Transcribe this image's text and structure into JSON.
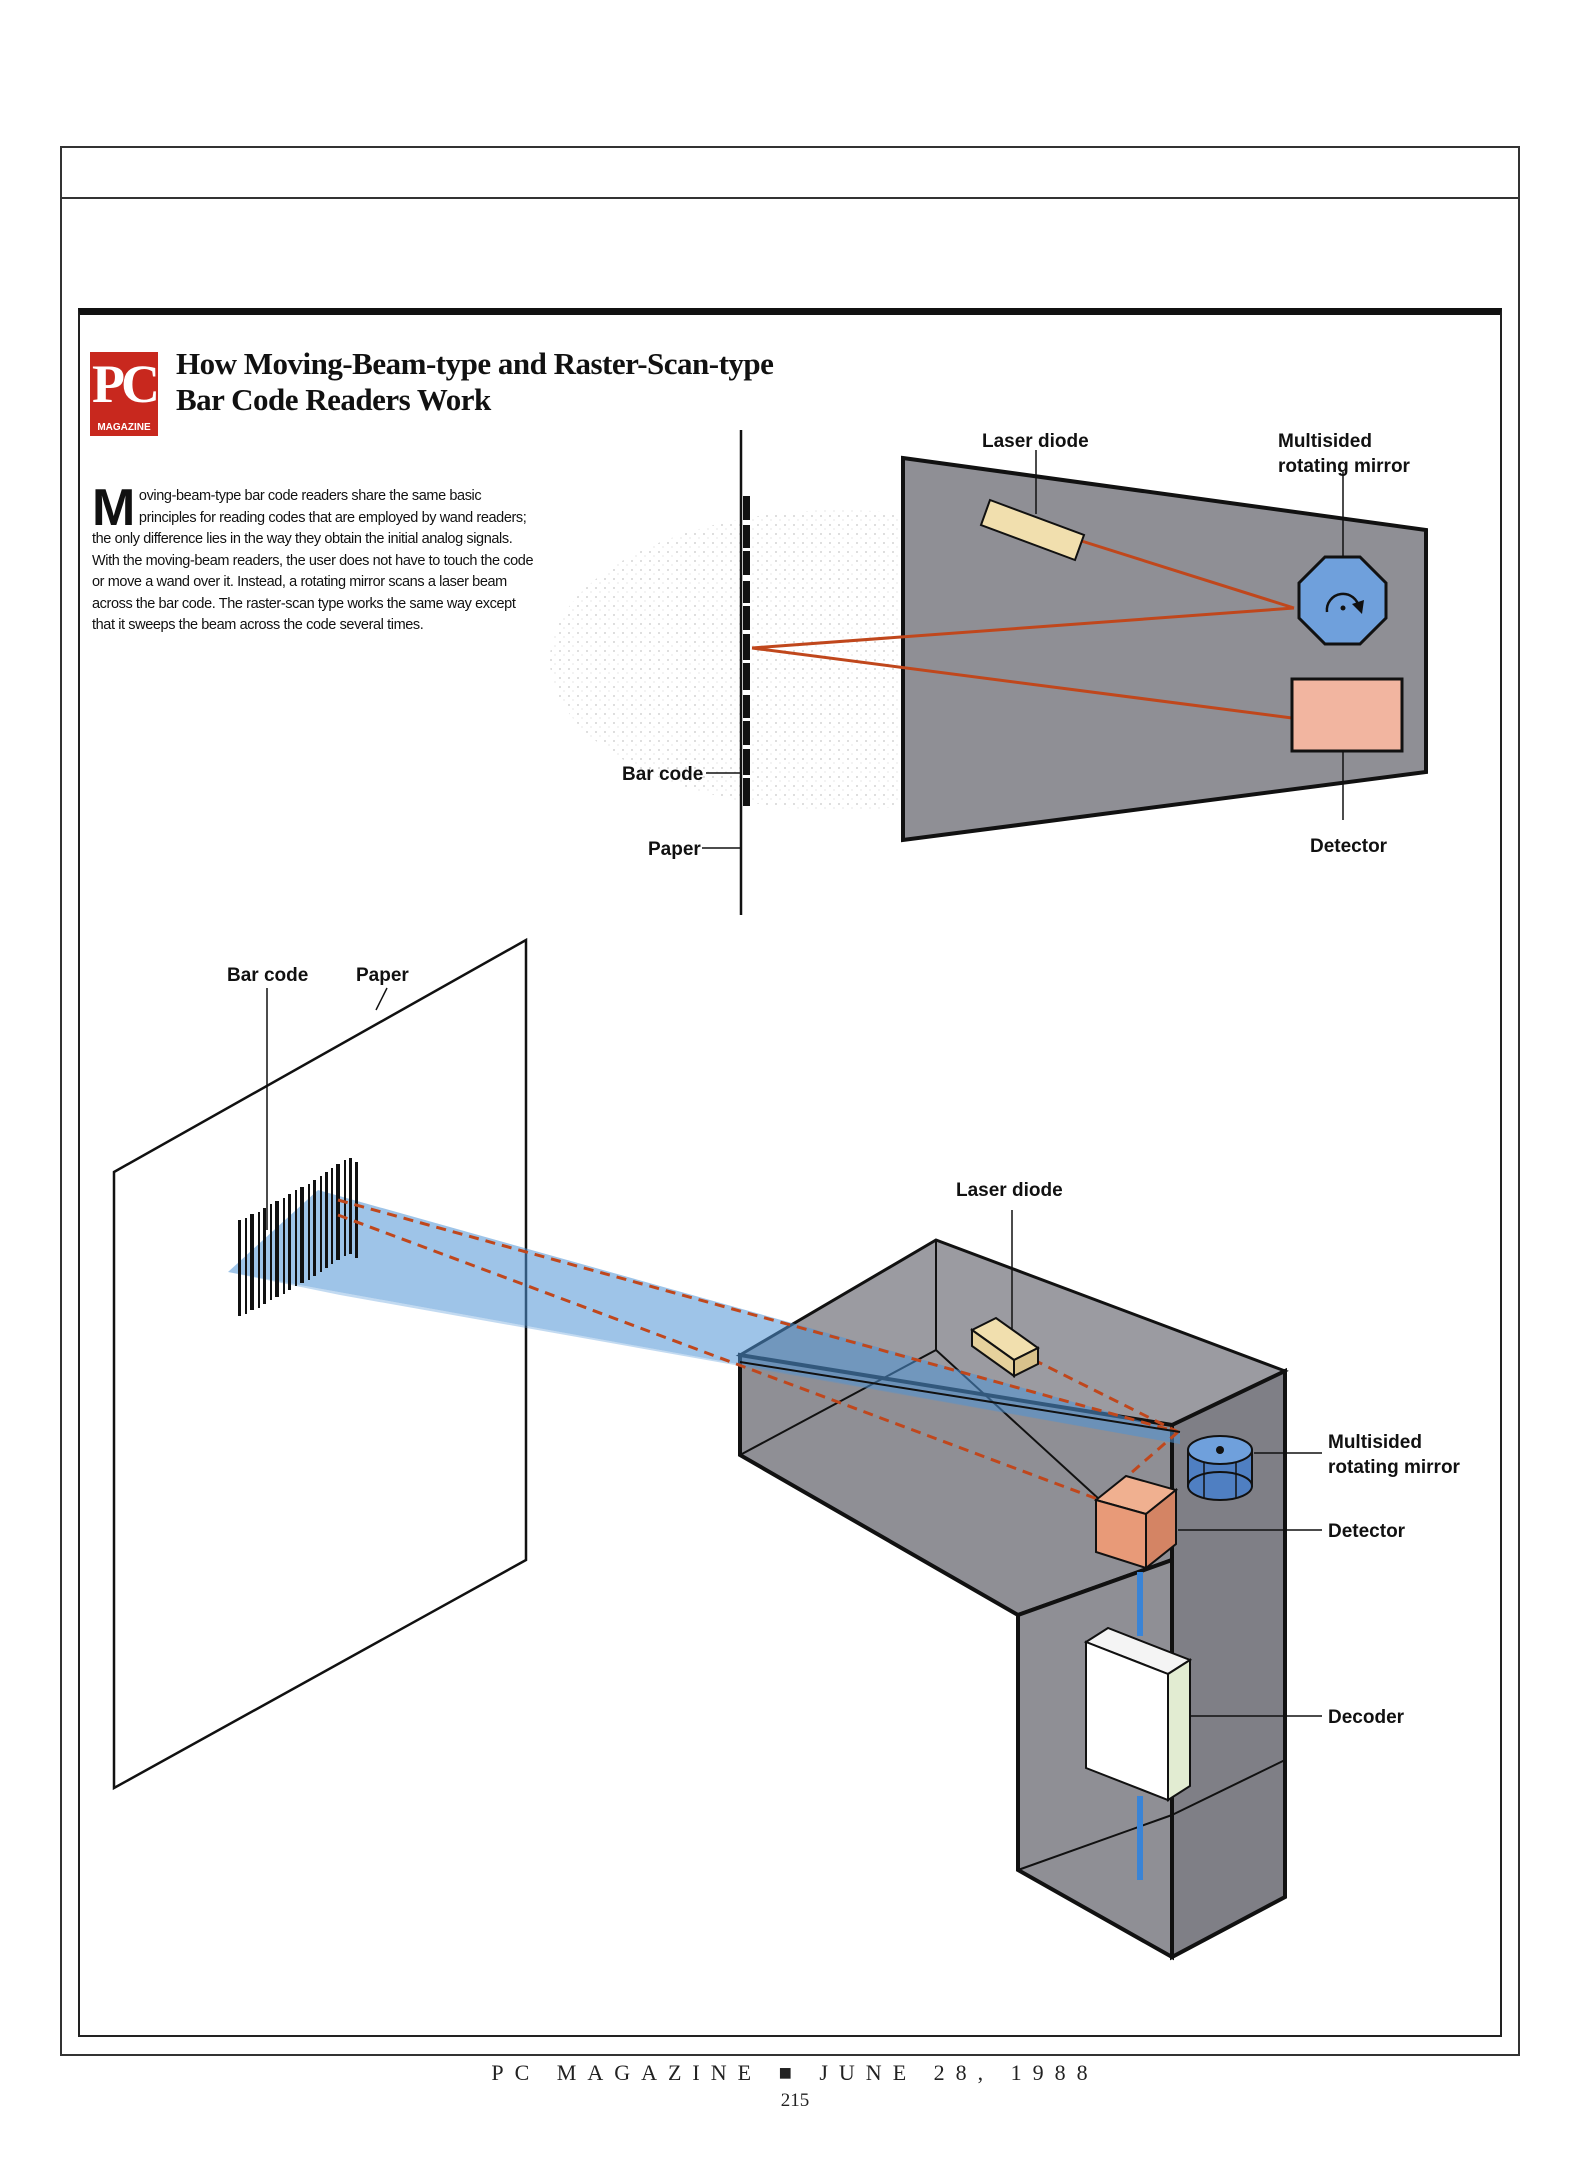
{
  "header": {
    "logo_text": "PC",
    "logo_subtext": "MAGAZINE",
    "title_line1": "How Moving-Beam-type and Raster-Scan-type",
    "title_line2": "Bar Code Readers Work"
  },
  "intro": {
    "dropcap": "M",
    "text": "oving-beam-type bar code readers share the same basic principles for reading codes that are employed by wand readers; the only difference lies in the way they obtain the initial analog signals. With the moving-beam readers, the user does not have to touch the code or move a wand over it. Instead, a rotating mirror scans a laser beam across the bar code. The raster-scan type works the same way except that it sweeps the beam across the code several times."
  },
  "top_diagram": {
    "laser_diode": "Laser diode",
    "mirror_line1": "Multisided",
    "mirror_line2": "rotating mirror",
    "detector": "Detector",
    "bar_code": "Bar code",
    "paper": "Paper"
  },
  "bottom_diagram": {
    "bar_code": "Bar code",
    "paper": "Paper",
    "laser_diode": "Laser diode",
    "mirror_line1": "Multisided",
    "mirror_line2": "rotating mirror",
    "detector": "Detector",
    "decoder": "Decoder"
  },
  "colors": {
    "housing": "#8f8f95",
    "laser": "#c0471c",
    "mirror": "#6fa0dc",
    "detector": "#f2b5a0",
    "diode": "#f1dfae",
    "beam": "#4f94d6"
  },
  "footer": {
    "magazine": "PC MAGAZINE ■ JUNE 28, 1988",
    "page": "215"
  }
}
